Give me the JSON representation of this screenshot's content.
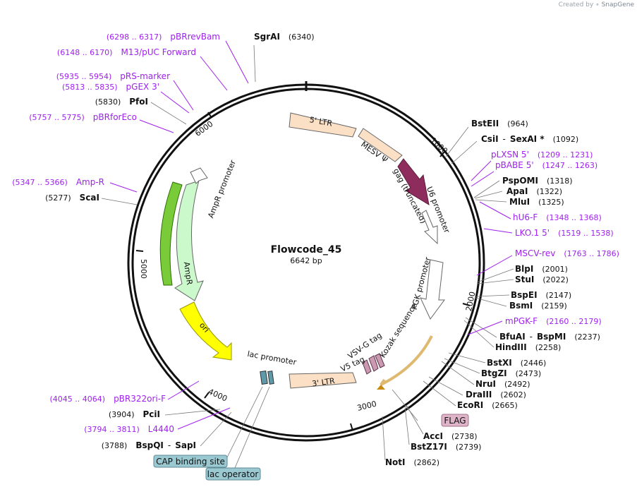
{
  "credit": {
    "prefix": "Created by",
    "brand": "SnapGene"
  },
  "plasmid": {
    "name": "Flowcode_45",
    "length": "6642 bp"
  },
  "ticks": [
    "1000",
    "2000",
    "3000",
    "4000",
    "5000",
    "6000"
  ],
  "features": {
    "ltr5": "5' LTR",
    "mesv": "MESV Ψ",
    "gag": "gag (truncated)",
    "u6": "U6 promoter",
    "pgk": "PGK promoter",
    "vsvg": "VSV-G tag",
    "v5": "V5 tag",
    "kozak": "Kozak sequence",
    "ltr3": "3' LTR",
    "lac_promoter": "lac promoter",
    "ori": "ori",
    "ampr": "AmpR",
    "ampr_promoter": "AmpR promoter"
  },
  "boxes": {
    "flag": "FLAG",
    "cap": "CAP binding site",
    "lacop": "lac operator"
  },
  "sites": [
    {
      "name": "SgrAI",
      "pos": "(6340)"
    },
    {
      "name": "BstEII",
      "pos": "(964)"
    },
    {
      "name": "CsiI",
      "sep": "-",
      "name2": "SexAI *",
      "pos": "(1092)"
    },
    {
      "name": "PspOMI",
      "pos": "(1318)"
    },
    {
      "name": "ApaI",
      "pos": "(1322)"
    },
    {
      "name": "MluI",
      "pos": "(1325)"
    },
    {
      "name": "BlpI",
      "pos": "(2001)"
    },
    {
      "name": "StuI",
      "pos": "(2022)"
    },
    {
      "name": "BspEI",
      "pos": "(2147)"
    },
    {
      "name": "BsmI",
      "pos": "(2159)"
    },
    {
      "name": "BfuAI",
      "sep": "-",
      "name2": "BspMI",
      "pos": "(2237)"
    },
    {
      "name": "HindIII",
      "pos": "(2258)"
    },
    {
      "name": "BstXI",
      "pos": "(2446)"
    },
    {
      "name": "BtgZI",
      "pos": "(2473)"
    },
    {
      "name": "NruI",
      "pos": "(2492)"
    },
    {
      "name": "DraIII",
      "pos": "(2602)"
    },
    {
      "name": "EcoRI",
      "pos": "(2665)"
    },
    {
      "name": "AccI",
      "pos": "(2738)"
    },
    {
      "name": "BstZ17I",
      "pos": "(2739)"
    },
    {
      "name": "NotI",
      "pos": "(2862)"
    },
    {
      "name": "PciI",
      "pos": "(3904)"
    },
    {
      "name": "BspQI",
      "sep": "-",
      "name2": "SapI",
      "pos": "(3788)"
    },
    {
      "name": "ScaI",
      "pos": "(5277)"
    },
    {
      "name": "PfoI",
      "pos": "(5830)"
    }
  ],
  "primers": [
    {
      "pos": "(6298 .. 6317)",
      "name": "pBRrevBam"
    },
    {
      "pos": "(6148 .. 6170)",
      "name": "M13/pUC Forward"
    },
    {
      "pos": "(5935 .. 5954)",
      "name": "pRS-marker"
    },
    {
      "pos": "(5813 .. 5835)",
      "name": "pGEX 3'"
    },
    {
      "pos": "(5757 .. 5775)",
      "name": "pBRforEco"
    },
    {
      "pos": "(5347 .. 5366)",
      "name": "Amp-R"
    },
    {
      "name": "pLXSN 5'",
      "pos": "(1209 .. 1231)"
    },
    {
      "name": "pBABE 5'",
      "pos": "(1247 .. 1263)"
    },
    {
      "name": "hU6-F",
      "pos": "(1348 .. 1368)"
    },
    {
      "name": "LKO.1 5'",
      "pos": "(1519 .. 1538)"
    },
    {
      "name": "MSCV-rev",
      "pos": "(1763 .. 1786)"
    },
    {
      "name": "mPGK-F",
      "pos": "(2160 .. 2179)"
    },
    {
      "pos": "(4045 .. 4064)",
      "name": "pBR322ori-F"
    },
    {
      "pos": "(3794 .. 3811)",
      "name": "L4440"
    }
  ],
  "colors": {
    "backbone": "#111111",
    "primer": "#a020f0",
    "site": "#111111",
    "ltr_fill": "#fbe0c6",
    "u6_fill": "#8e2d5d",
    "ampr_fill": "#ccf9cc",
    "ori_fill": "#ffff00",
    "tag_fill": "#cc99b2",
    "box_fill": "#9bc9d2",
    "flag_fill": "#e0b4c8"
  }
}
